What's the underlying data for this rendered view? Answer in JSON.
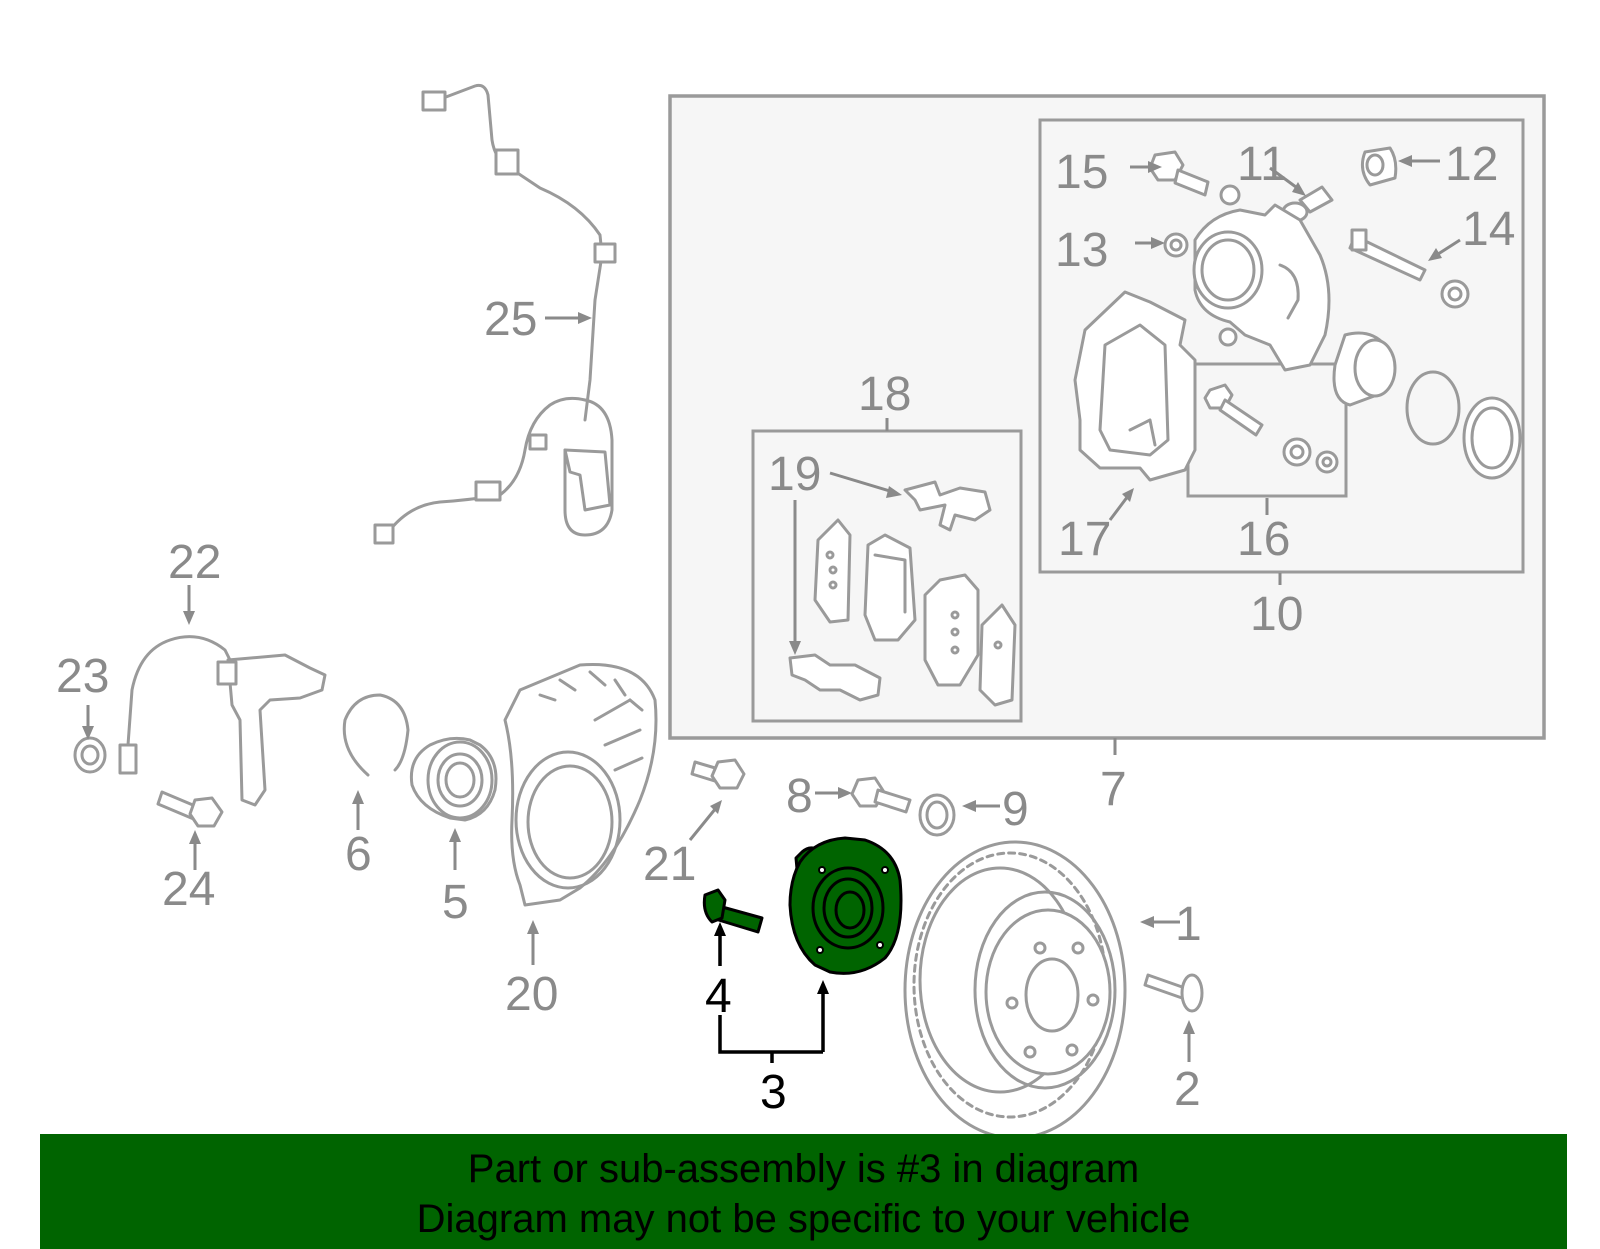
{
  "callouts": {
    "c1": "1",
    "c2": "2",
    "c3": "3",
    "c4": "4",
    "c5": "5",
    "c6": "6",
    "c7": "7",
    "c8": "8",
    "c9": "9",
    "c10": "10",
    "c11": "11",
    "c12": "12",
    "c13": "13",
    "c14": "14",
    "c15": "15",
    "c16": "16",
    "c17": "17",
    "c18": "18",
    "c19": "19",
    "c20": "20",
    "c21": "21",
    "c22": "22",
    "c23": "23",
    "c24": "24",
    "c25": "25"
  },
  "highlighted_part": "3",
  "colors": {
    "highlight": "#006400",
    "banner": "#006400",
    "parts": "#9a9a9a",
    "labels": "#8a8a8a"
  },
  "banner": {
    "line1": "Part or sub-assembly is #3 in diagram",
    "line2": "Diagram may not be specific to your vehicle"
  }
}
